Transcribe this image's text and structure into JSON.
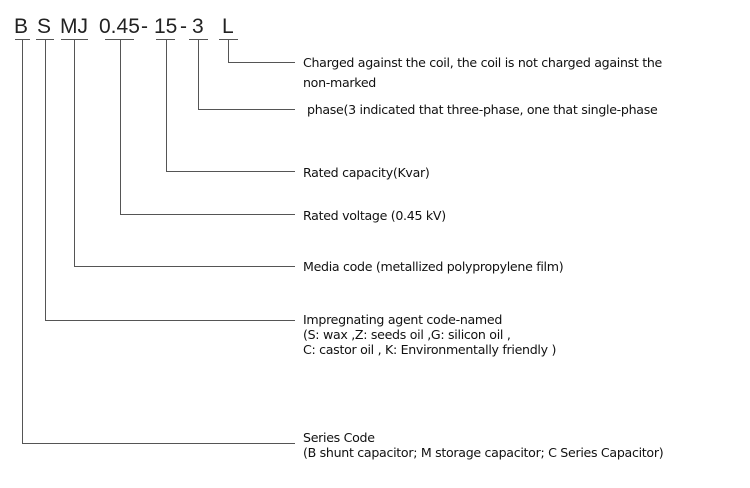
{
  "code_parts": [
    "B",
    "S",
    "MJ",
    "0.45",
    "-",
    "15",
    "-",
    "3",
    "L"
  ],
  "descriptions": {
    "L": [
      "Charged against the coil, the coil is not charged against the",
      "non-marked"
    ],
    "phase": [
      "phase(3 indicated that three-phase, one that single-phase"
    ],
    "capacity": [
      "Rated capacity(Kvar)"
    ],
    "voltage": [
      "Rated voltage (0.45 kV)"
    ],
    "media": [
      "Media code (metallized polypropylene film)"
    ],
    "impregnating": [
      "Impregnating agent code-named",
      "(S: wax ,Z: seeds oil ,G: silicon oil ,",
      "C: castor oil , K: Environmentally friendly )"
    ],
    "series": [
      "Series Code",
      "(B shunt capacitor; M storage capacitor; C Series Capacitor)"
    ]
  }
}
